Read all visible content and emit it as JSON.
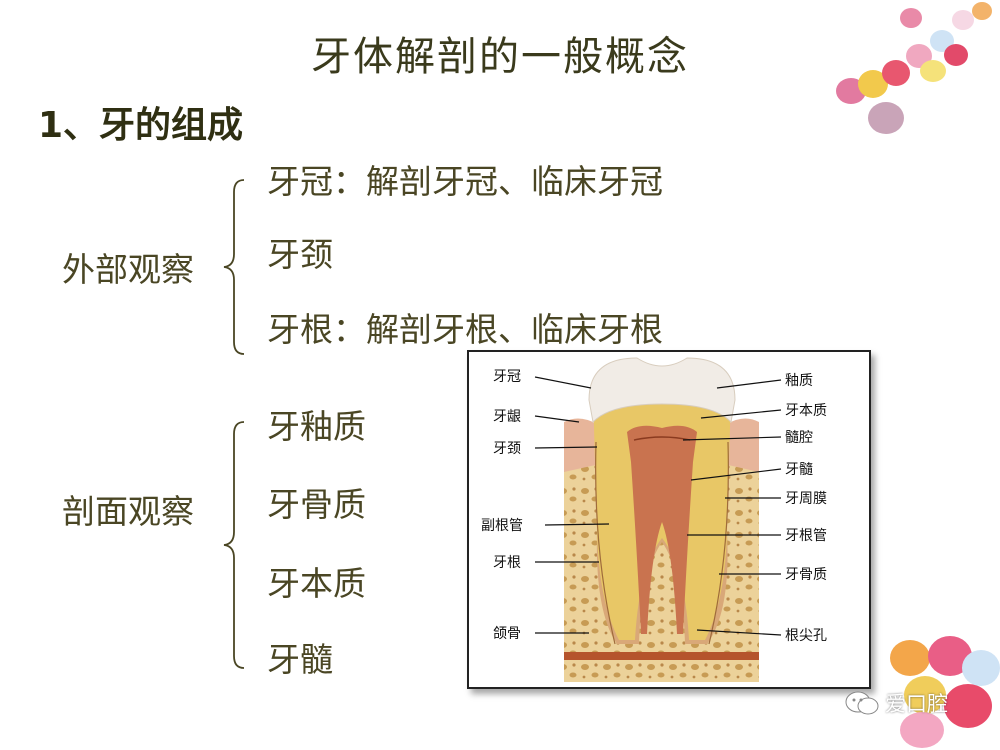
{
  "title": "牙体解剖的一般概念",
  "section": "1、牙的组成",
  "external": {
    "label": "外部观察",
    "items": [
      "牙冠：解剖牙冠、临床牙冠",
      "牙颈",
      "牙根：解剖牙根、临床牙根"
    ]
  },
  "section_view": {
    "label": "剖面观察",
    "items": [
      "牙釉质",
      "牙骨质",
      "牙本质",
      "牙髓"
    ]
  },
  "diagram": {
    "left_labels": [
      "牙冠",
      "牙龈",
      "牙颈",
      "副根管",
      "牙根",
      "颌骨"
    ],
    "right_labels": [
      "釉质",
      "牙本质",
      "髓腔",
      "牙髓",
      "牙周膜",
      "牙根管",
      "牙骨质",
      "根尖孔"
    ]
  },
  "watermark": "爱口腔",
  "colors": {
    "text": "#4a4624",
    "bone": "#e9c98a",
    "dentin": "#e8c766",
    "pulp": "#c9734f",
    "enamel": "#f1ece6"
  }
}
